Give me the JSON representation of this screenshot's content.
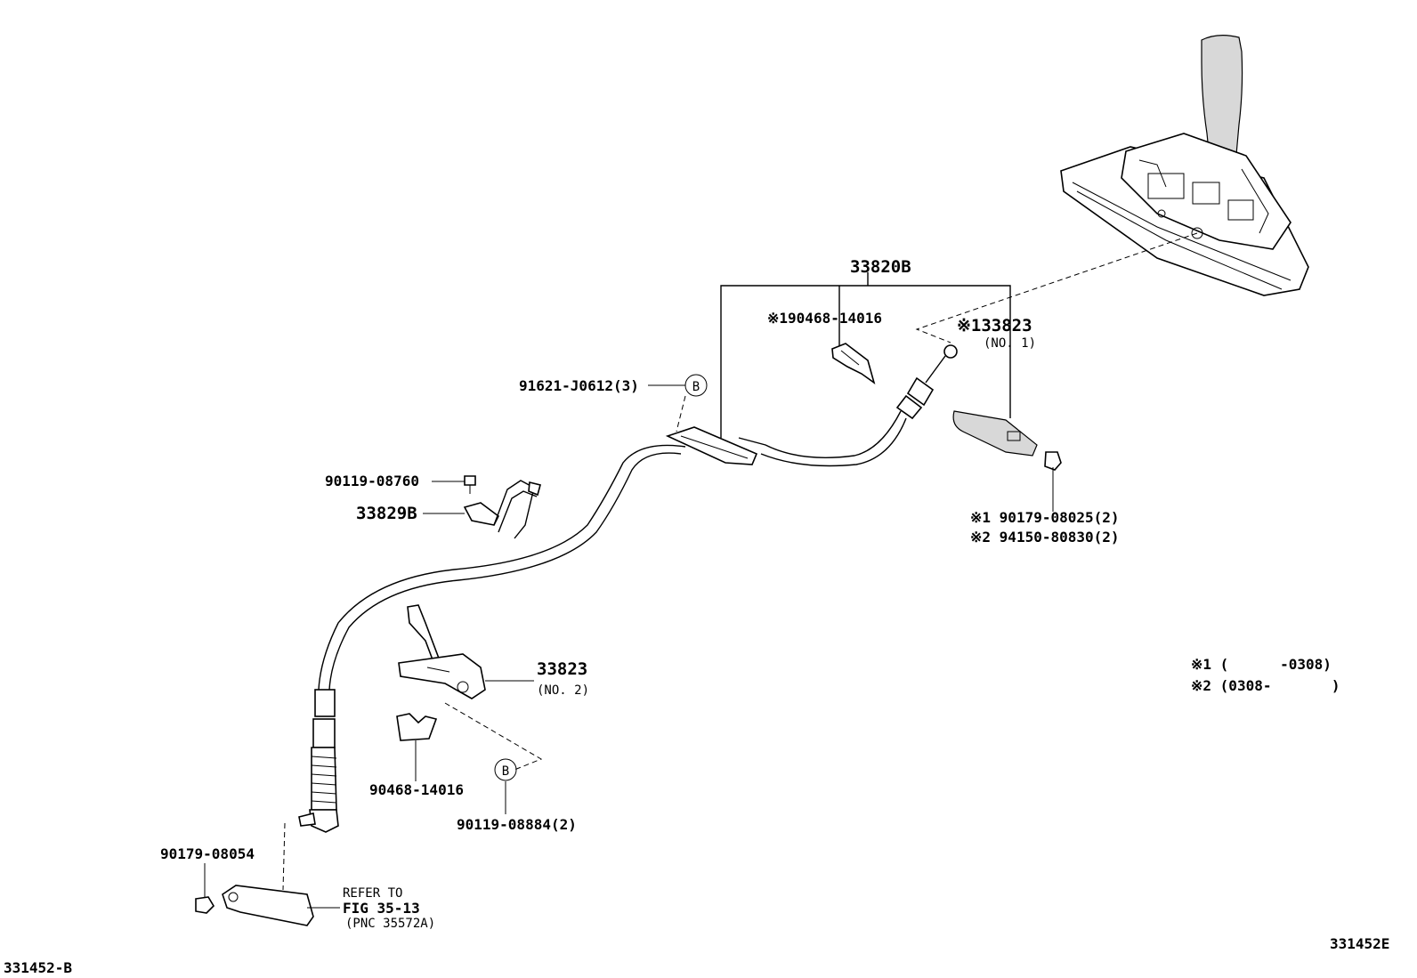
{
  "callouts": {
    "assembly_cable": "33820B",
    "clip_note_1": "※190468-14016",
    "bracket_no1_part": "※133823",
    "bracket_no1_sub": "(NO. 1)",
    "retainer": "91621-J0612(3)",
    "bolt_upper": "90119-08760",
    "clamp": "33829B",
    "nut_note_1": "※1 90179-08025(2)",
    "nut_note_2": "※2 94150-80830(2)",
    "bracket_no2_part": "33823",
    "bracket_no2_sub": "(NO. 2)",
    "clip_lower": "90468-14016",
    "bolt_lower": "90119-08884(2)",
    "nut_lower": "90179-08054",
    "refer_line1": "REFER TO",
    "refer_line2": "FIG 35-13",
    "refer_line3": "(PNC 35572A)",
    "ref_b_upper": "B",
    "ref_b_lower": "B"
  },
  "legend": {
    "note_1": "※1 (      -0308)",
    "note_2": "※2 (0308-       )"
  },
  "footer": {
    "left_code": "331452-B",
    "right_code": "331452E"
  }
}
